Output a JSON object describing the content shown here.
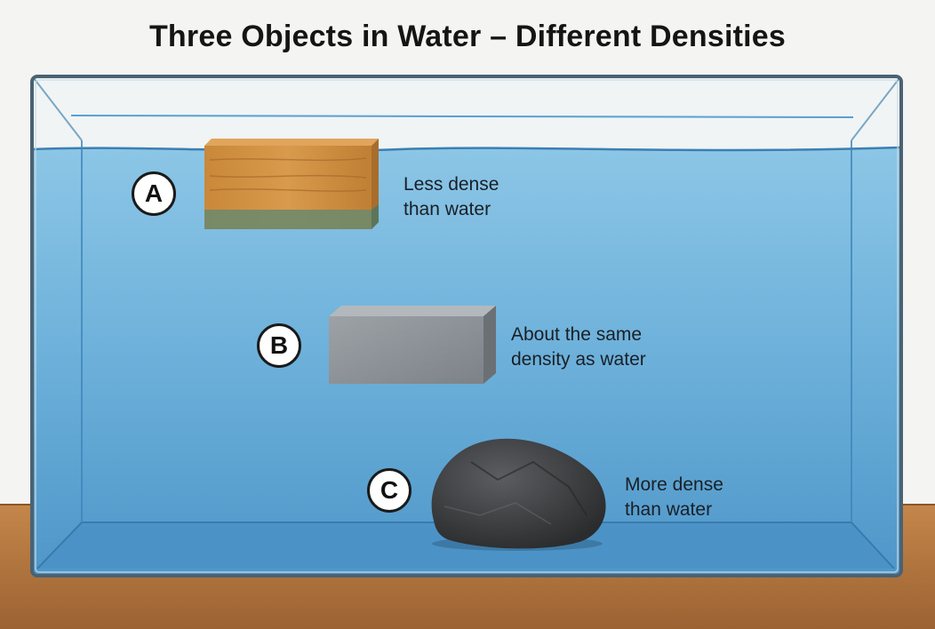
{
  "title": "Three Objects in Water – Different Densities",
  "objects": [
    {
      "letter": "A",
      "label_line1": "Less dense",
      "label_line2": "than water",
      "material": "wood-block"
    },
    {
      "letter": "B",
      "label_line1": "About the same",
      "label_line2": "density as water",
      "material": "metal-block"
    },
    {
      "letter": "C",
      "label_line1": "More dense",
      "label_line2": "than water",
      "material": "rock"
    }
  ],
  "colors": {
    "water": "#6fb3dc",
    "wood": "#c98a3c",
    "metal": "#8c9196",
    "rock": "#3f4143",
    "table": "#b97b40"
  }
}
